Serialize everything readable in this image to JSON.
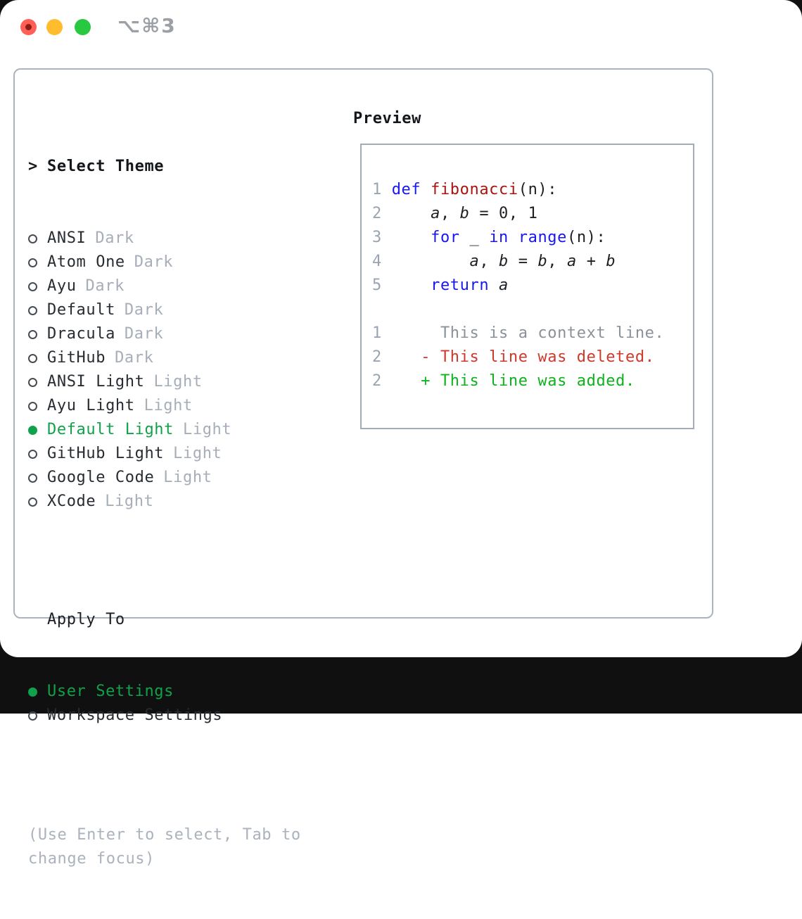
{
  "colors": {
    "accent_green": "#0fa24a",
    "added_green": "#0cb31c",
    "deleted_red": "#cf382b",
    "keyword_blue": "#1717ee",
    "function_red": "#a81410",
    "text_dark": "#272c33",
    "muted_gray": "#a6aeb9",
    "hint_gray": "#a9b2bd",
    "line_number_gray": "#9aa4b1",
    "context_gray": "#8b9199",
    "window_border": "#aab3be",
    "box_border": "#a2abb6",
    "traffic_red": "#ff5f57",
    "traffic_yellow": "#febc2e",
    "traffic_green": "#28c840"
  },
  "titlebar": {
    "shortcut": "⌥⌘3"
  },
  "theme_panel": {
    "focus_indicator": ">",
    "title": "Select Theme",
    "items": [
      {
        "name": "ANSI",
        "variant": "Dark",
        "selected": false
      },
      {
        "name": "Atom One",
        "variant": "Dark",
        "selected": false
      },
      {
        "name": "Ayu",
        "variant": "Dark",
        "selected": false
      },
      {
        "name": "Default",
        "variant": "Dark",
        "selected": false
      },
      {
        "name": "Dracula",
        "variant": "Dark",
        "selected": false
      },
      {
        "name": "GitHub",
        "variant": "Dark",
        "selected": false
      },
      {
        "name": "ANSI Light",
        "variant": "Light",
        "selected": false
      },
      {
        "name": "Ayu Light",
        "variant": "Light",
        "selected": false
      },
      {
        "name": "Default Light",
        "variant": "Light",
        "selected": true
      },
      {
        "name": "GitHub Light",
        "variant": "Light",
        "selected": false
      },
      {
        "name": "Google Code",
        "variant": "Light",
        "selected": false
      },
      {
        "name": "XCode",
        "variant": "Light",
        "selected": false
      }
    ]
  },
  "apply_panel": {
    "title": "Apply To",
    "options": [
      {
        "label": "User Settings",
        "selected": true
      },
      {
        "label": "Workspace Settings",
        "selected": false
      }
    ]
  },
  "hint": "(Use Enter to select, Tab to change focus)",
  "preview": {
    "title": "Preview",
    "lines": [
      [
        {
          "t": "1 ",
          "s": "num"
        },
        {
          "t": "def",
          "s": "kw"
        },
        {
          "t": " ",
          "s": "plain"
        },
        {
          "t": "fibonacci",
          "s": "fn"
        },
        {
          "t": "(n):",
          "s": "plain"
        }
      ],
      [
        {
          "t": "2 ",
          "s": "num"
        },
        {
          "t": "    ",
          "s": "plain"
        },
        {
          "t": "a",
          "s": "var"
        },
        {
          "t": ", ",
          "s": "plain"
        },
        {
          "t": "b",
          "s": "var"
        },
        {
          "t": " = 0, 1",
          "s": "plain"
        }
      ],
      [
        {
          "t": "3 ",
          "s": "num"
        },
        {
          "t": "    ",
          "s": "plain"
        },
        {
          "t": "for",
          "s": "kw"
        },
        {
          "t": " _ ",
          "s": "plain"
        },
        {
          "t": "in",
          "s": "kw"
        },
        {
          "t": " ",
          "s": "plain"
        },
        {
          "t": "range",
          "s": "kw"
        },
        {
          "t": "(n):",
          "s": "plain"
        }
      ],
      [
        {
          "t": "4 ",
          "s": "num"
        },
        {
          "t": "        ",
          "s": "plain"
        },
        {
          "t": "a",
          "s": "var"
        },
        {
          "t": ", ",
          "s": "plain"
        },
        {
          "t": "b",
          "s": "var"
        },
        {
          "t": " = ",
          "s": "plain"
        },
        {
          "t": "b",
          "s": "var"
        },
        {
          "t": ", ",
          "s": "plain"
        },
        {
          "t": "a",
          "s": "var"
        },
        {
          "t": " + ",
          "s": "plain"
        },
        {
          "t": "b",
          "s": "var"
        }
      ],
      [
        {
          "t": "5 ",
          "s": "num"
        },
        {
          "t": "    ",
          "s": "plain"
        },
        {
          "t": "return",
          "s": "kw"
        },
        {
          "t": " ",
          "s": "plain"
        },
        {
          "t": "a",
          "s": "var"
        }
      ],
      [],
      [
        {
          "t": "1",
          "s": "num"
        },
        {
          "t": "      ",
          "s": "plain"
        },
        {
          "t": "This is a context line.",
          "s": "ctx"
        }
      ],
      [
        {
          "t": "2",
          "s": "num"
        },
        {
          "t": "    ",
          "s": "plain"
        },
        {
          "t": "- This line was deleted.",
          "s": "del"
        }
      ],
      [
        {
          "t": "2",
          "s": "num"
        },
        {
          "t": "    ",
          "s": "plain"
        },
        {
          "t": "+ This line was added.",
          "s": "add"
        }
      ]
    ]
  }
}
